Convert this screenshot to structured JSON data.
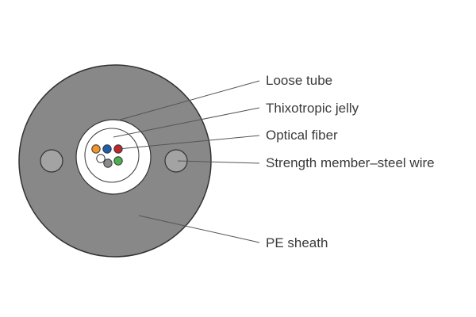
{
  "labels": {
    "loose_tube": "Loose tube",
    "thixotropic_jelly": "Thixotropic jelly",
    "optical_fiber": "Optical fiber",
    "strength_member": "Strength member–steel wire",
    "pe_sheath": "PE sheath"
  },
  "colors": {
    "sheath": "#888888",
    "outline": "#333333",
    "steel_wire": "#a3a3a3",
    "tube": "#ffffff",
    "leader_line": "#555555"
  },
  "fibers": [
    {
      "color_name": "orange",
      "color": "#f0962c"
    },
    {
      "color_name": "blue",
      "color": "#1f5fae"
    },
    {
      "color_name": "red",
      "color": "#c4242c"
    },
    {
      "color_name": "white",
      "color": "#ffffff"
    },
    {
      "color_name": "gray",
      "color": "#8a8a8a"
    },
    {
      "color_name": "green",
      "color": "#4caf50"
    }
  ]
}
